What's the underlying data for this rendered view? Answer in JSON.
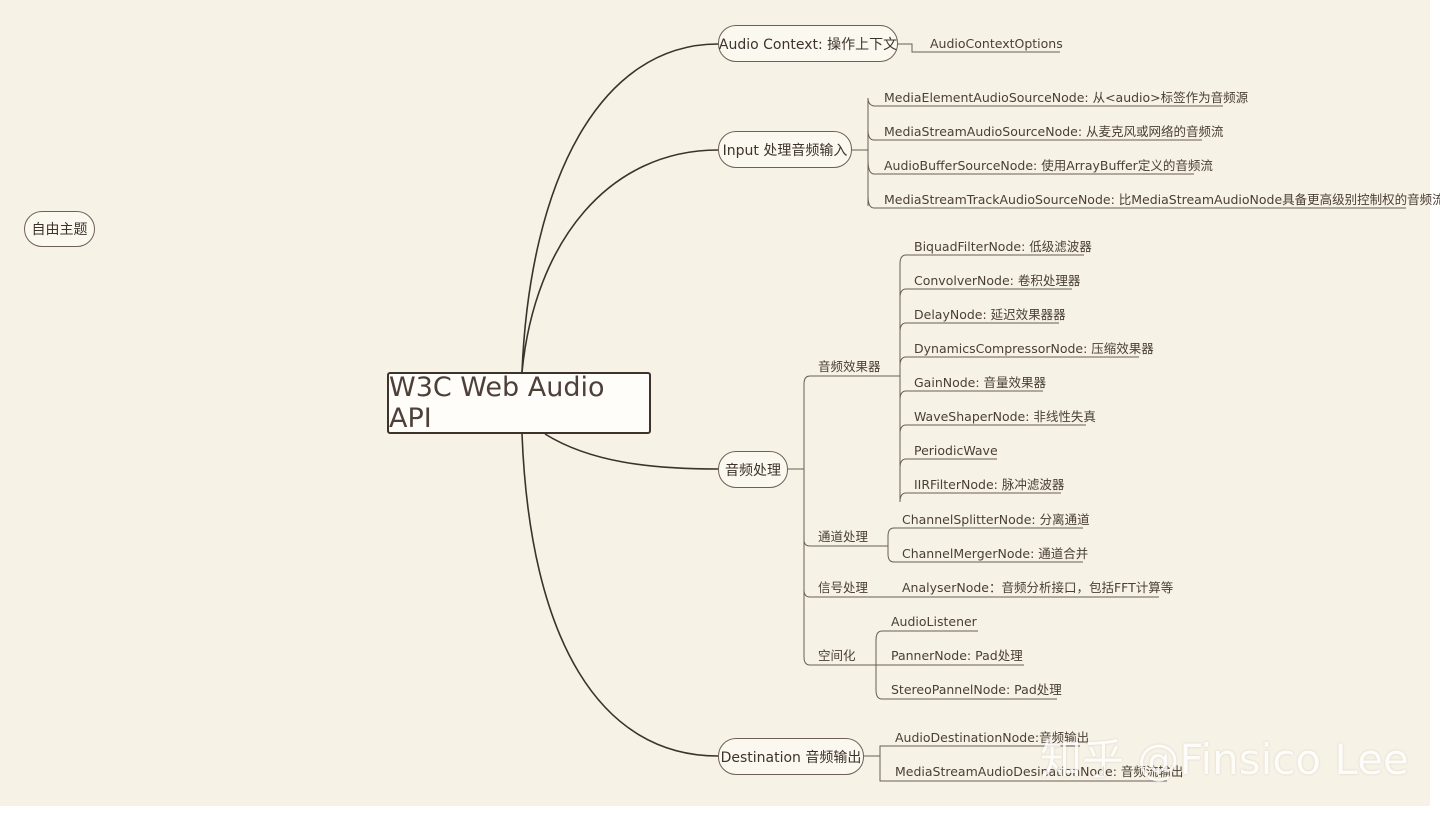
{
  "floating_topic": "自由主题",
  "central_topic": "W3C Web Audio API",
  "branches": {
    "audio_context": {
      "label": "Audio Context: 操作上下文",
      "children": [
        "AudioContextOptions"
      ]
    },
    "input": {
      "label": "Input 处理音频输入",
      "children": [
        "MediaElementAudioSourceNode: 从<audio>标签作为音频源",
        "MediaStreamAudioSourceNode: 从麦克风或网络的音频流",
        "AudioBufferSourceNode: 使用ArrayBuffer定义的音频流",
        "MediaStreamTrackAudioSourceNode: 比MediaStreamAudioNode具备更高级别控制权的音频流"
      ]
    },
    "processing": {
      "label": "音频处理",
      "groups": {
        "effects": {
          "label": "音频效果器",
          "children": [
            "BiquadFilterNode: 低级滤波器",
            "ConvolverNode: 卷积处理器",
            "DelayNode: 延迟效果器器",
            "DynamicsCompressorNode: 压缩效果器",
            "GainNode: 音量效果器",
            "WaveShaperNode: 非线性失真",
            "PeriodicWave",
            "IIRFilterNode: 脉冲滤波器"
          ]
        },
        "channel": {
          "label": "通道处理",
          "children": [
            "ChannelSplitterNode: 分离通道",
            "ChannelMergerNode: 通道合并"
          ]
        },
        "signal": {
          "label": "信号处理",
          "children": [
            "AnalyserNode：音频分析接口，包括FFT计算等"
          ]
        },
        "spatial": {
          "label": "空间化",
          "children": [
            "AudioListener",
            "PannerNode:  Pad处理",
            "StereoPannelNode:  Pad处理"
          ]
        }
      }
    },
    "destination": {
      "label": "Destination 音频输出",
      "children": [
        "AudioDestinationNode:音频输出",
        "MediaStreamAudioDesinationNode: 音频流输出"
      ]
    }
  },
  "watermark": "知乎 @Finsico Lee"
}
